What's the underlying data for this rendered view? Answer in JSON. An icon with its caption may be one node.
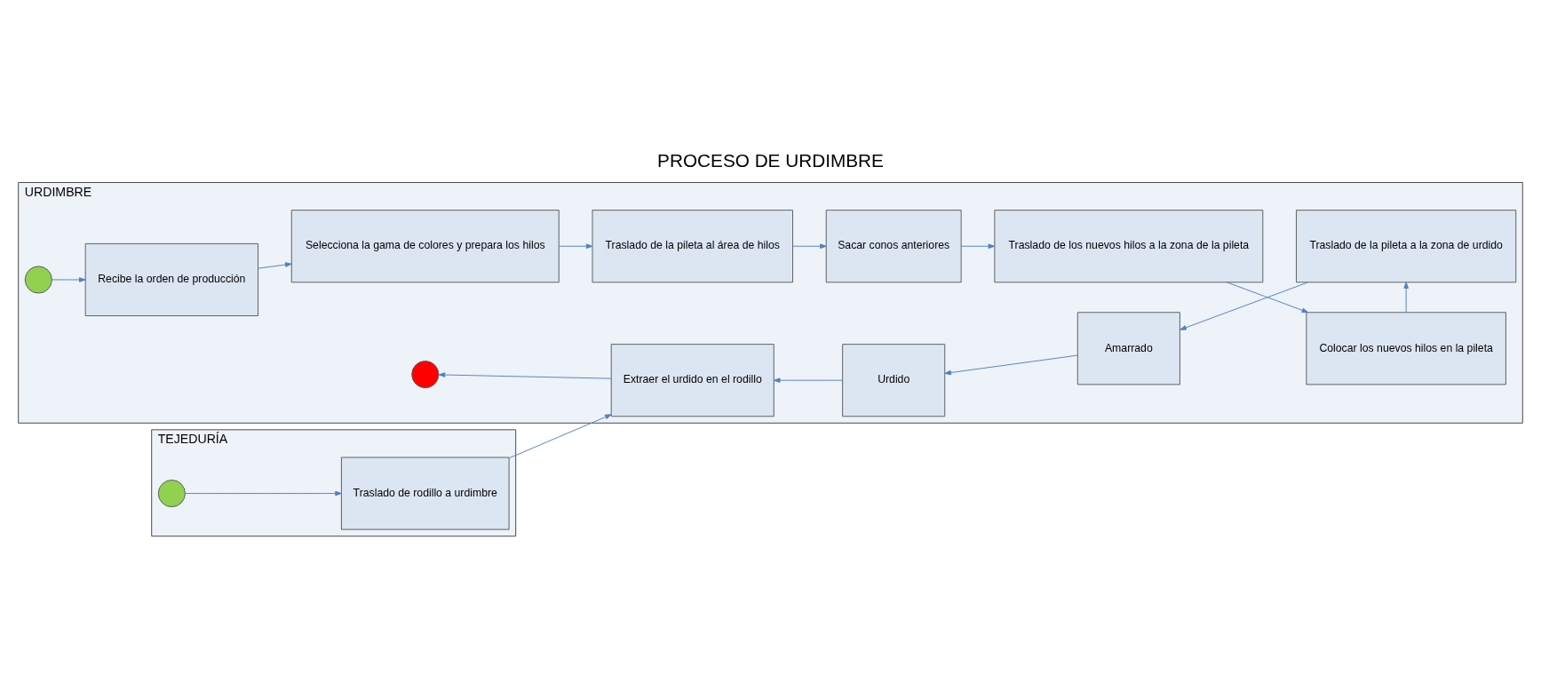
{
  "diagram": {
    "title": "PROCESO DE URDIMBRE",
    "nodes": [
      {
        "text": [
          "URDIMBRE"
        ]
      },
      {
        "text": [
          "TEJEDURÍA"
        ]
      },
      {
        "text": [],
        "shape": "circle",
        "in": 0
      },
      {
        "text": [
          "Recibe la orden de producción"
        ],
        "in": 0
      },
      {
        "text": [
          "Selecciona la gama de colores y prepara los hilos"
        ],
        "in": 0
      },
      {
        "text": [
          "Traslado de la pileta al área de hilos"
        ],
        "in": 0
      },
      {
        "text": [
          "Sacar conos anteriores"
        ],
        "in": 0
      },
      {
        "text": [
          "Traslado de los nuevos hilos a la zona de la pileta"
        ],
        "in": 0
      },
      {
        "text": [
          "Colocar los nuevos hilos en la pileta"
        ],
        "in": 0
      },
      {
        "text": [
          "Traslado de la pileta a la zona de urdido"
        ],
        "in": 0
      },
      {
        "text": [
          "Amarrado"
        ],
        "in": 0
      },
      {
        "text": [
          "Urdido"
        ],
        "in": 0
      },
      {
        "text": [
          "Extraer el urdido en el rodillo"
        ],
        "in": 0
      },
      {
        "text": [],
        "shape": "circle",
        "in": 0
      },
      {
        "text": [],
        "shape": "circle",
        "in": 1
      },
      {
        "text": [
          "Traslado de rodillo a urdimbre"
        ],
        "in": 1
      }
    ],
    "edges": [
      {
        "from": 2,
        "to": 3,
        "arrow": "to"
      },
      {
        "from": 3,
        "to": 4,
        "arrow": "to"
      },
      {
        "from": 4,
        "to": 5,
        "arrow": "to"
      },
      {
        "from": 5,
        "to": 6,
        "arrow": "to"
      },
      {
        "from": 6,
        "to": 7,
        "arrow": "to"
      },
      {
        "from": 7,
        "to": 8,
        "arrow": "to"
      },
      {
        "from": 8,
        "to": 9,
        "arrow": "to"
      },
      {
        "from": 9,
        "to": 10,
        "arrow": "to"
      },
      {
        "from": 10,
        "to": 11,
        "arrow": "to"
      },
      {
        "from": 11,
        "to": 12,
        "arrow": "to"
      },
      {
        "from": 12,
        "to": 13,
        "arrow": "to"
      },
      {
        "from": 14,
        "to": 15,
        "arrow": "to"
      },
      {
        "from": 15,
        "to": 12,
        "arrow": "to"
      }
    ]
  }
}
